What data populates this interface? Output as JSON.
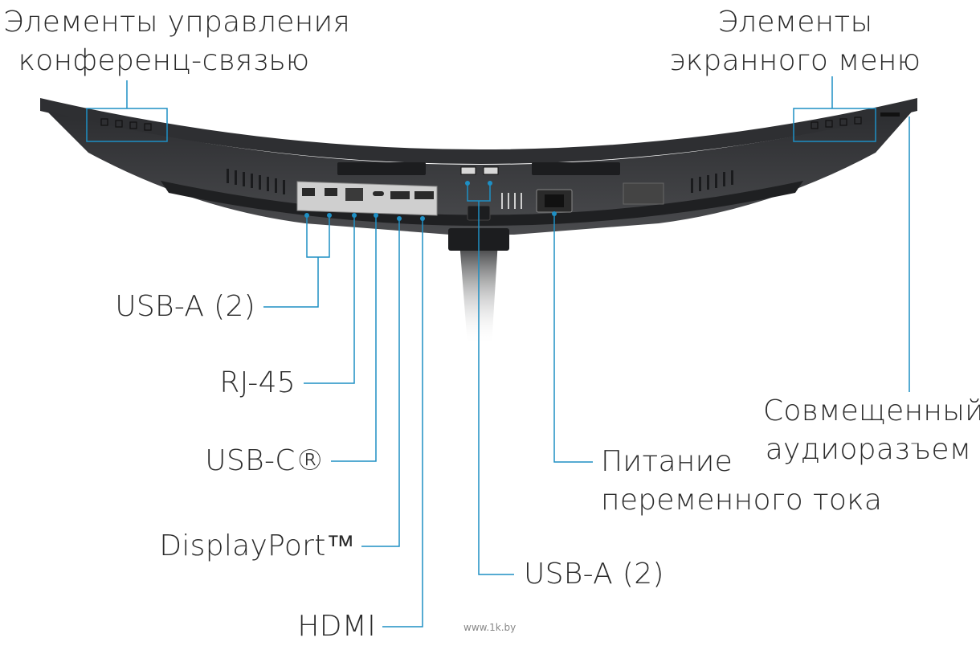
{
  "labels": {
    "conference_controls": [
      "Элементы управления",
      "конференц-связью"
    ],
    "osd_controls": [
      "Элементы",
      "экранного меню"
    ],
    "usb_a_left": "USB-A (2)",
    "rj45": "RJ-45",
    "usb_c": "USB-C®",
    "displayport": "DisplayPort™",
    "hdmi": "HDMI",
    "usb_a_center": "USB-A (2)",
    "ac_power": [
      "Питание",
      "переменного тока"
    ],
    "audio_jack": [
      "Совмещенный",
      "аудиоразъем"
    ]
  },
  "watermark": "www.1k.by",
  "colors": {
    "callout": "#1e8fc4",
    "monitor_body": "#3a3b3d",
    "monitor_dark": "#222326",
    "port_plate": "#c9c9c9"
  }
}
